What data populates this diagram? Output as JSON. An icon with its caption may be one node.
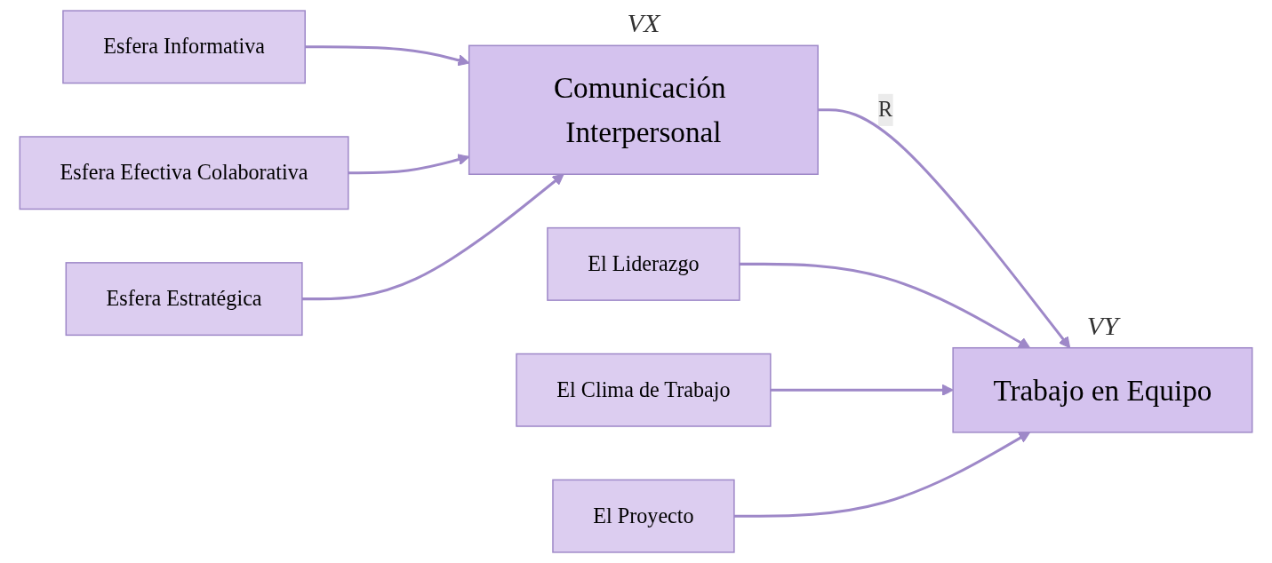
{
  "diagram": {
    "nodes": [
      {
        "text": [
          "Esfera Informativa"
        ]
      },
      {
        "text": [
          "Esfera Efectiva Colaborativa"
        ]
      },
      {
        "text": [
          "Esfera Estratégica"
        ]
      },
      {
        "text": [
          "Comunicación Interpersonal"
        ],
        "beside": [
          "VX"
        ]
      },
      {
        "text": [
          "Trabajo en Equipo"
        ],
        "beside": [
          "VY"
        ]
      },
      {
        "text": [
          "El Liderazgo"
        ]
      },
      {
        "text": [
          "El Clima de Trabajo"
        ]
      },
      {
        "text": [
          "El Proyecto"
        ]
      }
    ],
    "edges": [
      {
        "from": 0,
        "to": 3,
        "arrow": "to"
      },
      {
        "from": 1,
        "to": 3,
        "arrow": "to"
      },
      {
        "from": 2,
        "to": 3,
        "arrow": "to"
      },
      {
        "from": 3,
        "to": 4,
        "arrow": "to",
        "label": "R"
      },
      {
        "from": 5,
        "to": 4,
        "arrow": "to"
      },
      {
        "from": 6,
        "to": 4,
        "arrow": "to"
      },
      {
        "from": 7,
        "to": 4,
        "arrow": "to"
      }
    ]
  }
}
